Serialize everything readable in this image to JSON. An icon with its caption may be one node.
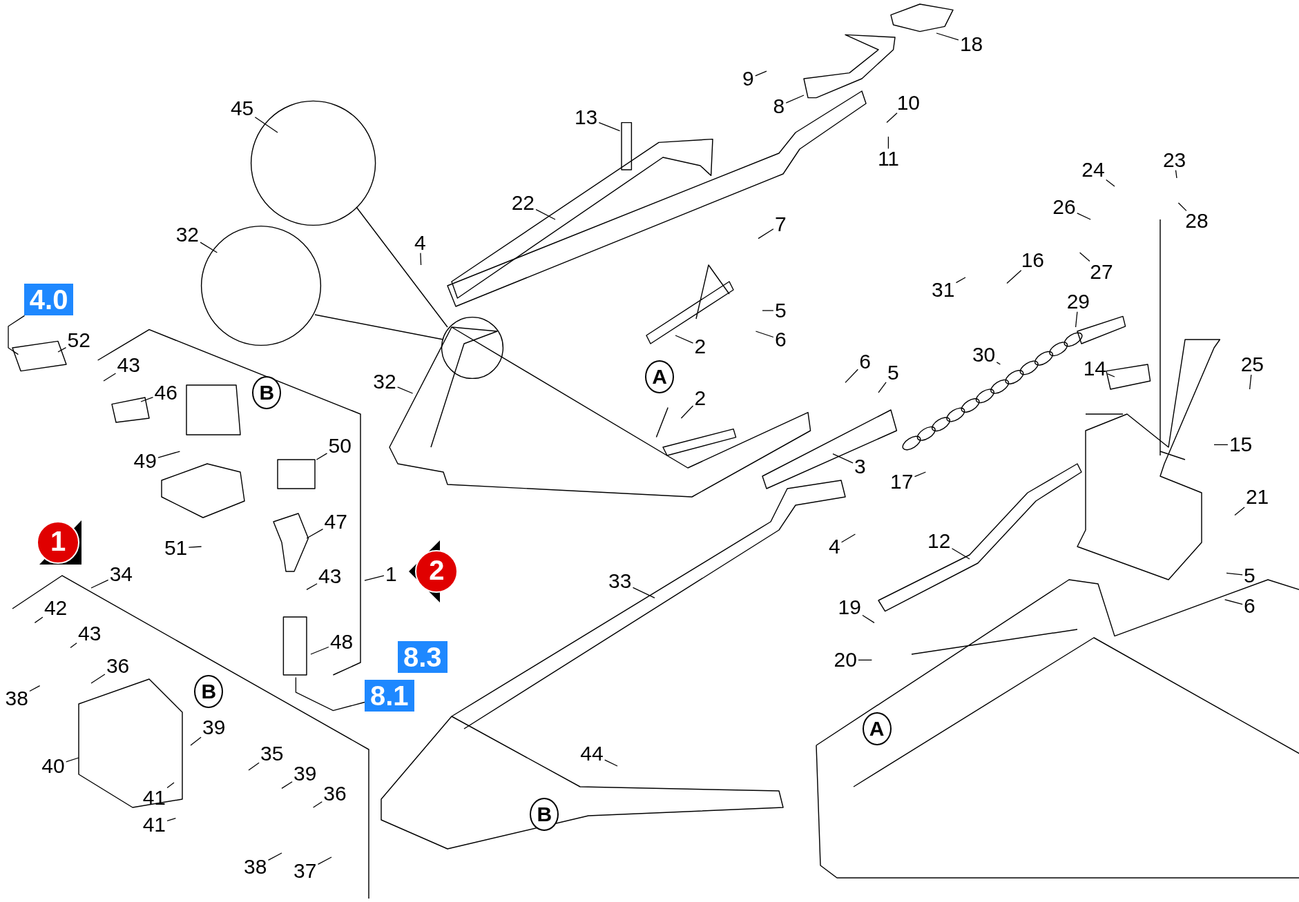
{
  "diagram": {
    "nodes": [
      {
        "text": [
          "18"
        ]
      },
      {
        "text": [
          "9"
        ]
      },
      {
        "text": [
          "10"
        ]
      },
      {
        "text": [
          "8"
        ]
      },
      {
        "text": [
          "45"
        ]
      },
      {
        "text": [
          "13"
        ]
      },
      {
        "text": [
          "11"
        ]
      },
      {
        "text": [
          "23"
        ]
      },
      {
        "text": [
          "24"
        ]
      },
      {
        "text": [
          "22"
        ]
      },
      {
        "text": [
          "26"
        ]
      },
      {
        "text": [
          "28"
        ]
      },
      {
        "text": [
          "7"
        ]
      },
      {
        "text": [
          "32"
        ]
      },
      {
        "text": [
          "4"
        ]
      },
      {
        "text": [
          "16"
        ]
      },
      {
        "text": [
          "27"
        ]
      },
      {
        "text": [
          "31"
        ]
      },
      {
        "text": [
          "4.0"
        ]
      },
      {
        "text": [
          "29"
        ]
      },
      {
        "text": [
          "5"
        ]
      },
      {
        "text": [
          "6"
        ]
      },
      {
        "text": [
          "52"
        ]
      },
      {
        "text": [
          "2"
        ]
      },
      {
        "text": [
          "30"
        ]
      },
      {
        "text": [
          "6"
        ]
      },
      {
        "text": [
          "43"
        ]
      },
      {
        "text": [
          "25"
        ]
      },
      {
        "text": [
          "5"
        ]
      },
      {
        "text": [
          "14"
        ]
      },
      {
        "text": [
          "32"
        ]
      },
      {
        "text": [
          "46"
        ]
      },
      {
        "text": [
          "2"
        ]
      },
      {
        "text": [
          "50"
        ]
      },
      {
        "text": [
          "15"
        ]
      },
      {
        "text": [
          "49"
        ]
      },
      {
        "text": [
          "3"
        ]
      },
      {
        "text": [
          "17"
        ]
      },
      {
        "text": [
          "21"
        ]
      },
      {
        "text": [
          "47"
        ]
      },
      {
        "text": [
          "12"
        ]
      },
      {
        "text": [
          "51"
        ]
      },
      {
        "text": [
          "4"
        ]
      },
      {
        "text": [
          "1"
        ]
      },
      {
        "text": [
          "34"
        ]
      },
      {
        "text": [
          "43"
        ]
      },
      {
        "text": [
          "33"
        ]
      },
      {
        "text": [
          "5"
        ]
      },
      {
        "text": [
          "6"
        ]
      },
      {
        "text": [
          "42"
        ]
      },
      {
        "text": [
          "19"
        ]
      },
      {
        "text": [
          "43"
        ]
      },
      {
        "text": [
          "48"
        ]
      },
      {
        "text": [
          "20"
        ]
      },
      {
        "text": [
          "36"
        ]
      },
      {
        "text": [
          "38"
        ]
      },
      {
        "text": [
          "8.1"
        ]
      },
      {
        "text": [
          "39"
        ]
      },
      {
        "text": [
          "44"
        ]
      },
      {
        "text": [
          "35"
        ]
      },
      {
        "text": [
          "40"
        ]
      },
      {
        "text": [
          "39"
        ]
      },
      {
        "text": [
          "36"
        ]
      },
      {
        "text": [
          "41"
        ]
      },
      {
        "text": [
          "41"
        ]
      },
      {
        "text": [
          "38"
        ]
      },
      {
        "text": [
          "37"
        ]
      },
      {
        "text": [
          "8.3"
        ]
      }
    ],
    "edges": [
      {
        "from": 0,
        "to": null,
        "arrow": "none"
      },
      {
        "from": 1,
        "to": null,
        "arrow": "none"
      },
      {
        "from": 2,
        "to": null,
        "arrow": "none"
      },
      {
        "from": 3,
        "to": null,
        "arrow": "none"
      },
      {
        "from": 4,
        "to": null,
        "arrow": "none"
      },
      {
        "from": 5,
        "to": null,
        "arrow": "none"
      },
      {
        "from": 6,
        "to": null,
        "arrow": "none"
      },
      {
        "from": 7,
        "to": null,
        "arrow": "none"
      },
      {
        "from": 8,
        "to": null,
        "arrow": "none"
      },
      {
        "from": 9,
        "to": null,
        "arrow": "none"
      },
      {
        "from": 10,
        "to": null,
        "arrow": "none"
      },
      {
        "from": 11,
        "to": null,
        "arrow": "none"
      },
      {
        "from": 12,
        "to": null,
        "arrow": "none"
      },
      {
        "from": 13,
        "to": null,
        "arrow": "none"
      },
      {
        "from": 14,
        "to": null,
        "arrow": "none"
      },
      {
        "from": 15,
        "to": null,
        "arrow": "none"
      },
      {
        "from": 16,
        "to": null,
        "arrow": "none"
      },
      {
        "from": 17,
        "to": null,
        "arrow": "none"
      },
      {
        "from": 18,
        "to": null,
        "arrow": "none"
      },
      {
        "from": 19,
        "to": null,
        "arrow": "none"
      },
      {
        "from": 20,
        "to": null,
        "arrow": "none"
      },
      {
        "from": 21,
        "to": null,
        "arrow": "none"
      },
      {
        "from": 22,
        "to": null,
        "arrow": "none"
      },
      {
        "from": 23,
        "to": null,
        "arrow": "none"
      },
      {
        "from": 24,
        "to": null,
        "arrow": "none"
      },
      {
        "from": 25,
        "to": null,
        "arrow": "none"
      },
      {
        "from": 26,
        "to": null,
        "arrow": "none"
      },
      {
        "from": 27,
        "to": null,
        "arrow": "none"
      },
      {
        "from": 28,
        "to": null,
        "arrow": "none"
      },
      {
        "from": 29,
        "to": null,
        "arrow": "none"
      },
      {
        "from": 30,
        "to": null,
        "arrow": "none"
      },
      {
        "from": 31,
        "to": null,
        "arrow": "none"
      },
      {
        "from": 32,
        "to": null,
        "arrow": "none"
      },
      {
        "from": 33,
        "to": null,
        "arrow": "none"
      },
      {
        "from": 34,
        "to": null,
        "arrow": "none"
      },
      {
        "from": 35,
        "to": null,
        "arrow": "none"
      },
      {
        "from": 36,
        "to": null,
        "arrow": "none"
      },
      {
        "from": 37,
        "to": null,
        "arrow": "none"
      },
      {
        "from": 38,
        "to": null,
        "arrow": "none"
      },
      {
        "from": 39,
        "to": null,
        "arrow": "none"
      },
      {
        "from": 40,
        "to": null,
        "arrow": "none"
      },
      {
        "from": 41,
        "to": null,
        "arrow": "none"
      },
      {
        "from": 42,
        "to": null,
        "arrow": "none"
      },
      {
        "from": 43,
        "to": null,
        "arrow": "none"
      },
      {
        "from": 44,
        "to": null,
        "arrow": "none"
      },
      {
        "from": 45,
        "to": null,
        "arrow": "none"
      },
      {
        "from": 46,
        "to": null,
        "arrow": "none"
      },
      {
        "from": 47,
        "to": null,
        "arrow": "none"
      },
      {
        "from": 48,
        "to": null,
        "arrow": "none"
      },
      {
        "from": 49,
        "to": null,
        "arrow": "none"
      },
      {
        "from": 50,
        "to": null,
        "arrow": "none"
      },
      {
        "from": 51,
        "to": null,
        "arrow": "none"
      },
      {
        "from": 52,
        "to": null,
        "arrow": "none"
      },
      {
        "from": 53,
        "to": null,
        "arrow": "none"
      },
      {
        "from": 54,
        "to": null,
        "arrow": "none"
      },
      {
        "from": 55,
        "to": null,
        "arrow": "none"
      },
      {
        "from": 56,
        "to": null,
        "arrow": "none"
      },
      {
        "from": 57,
        "to": null,
        "arrow": "none"
      },
      {
        "from": 58,
        "to": null,
        "arrow": "none"
      },
      {
        "from": 59,
        "to": null,
        "arrow": "none"
      },
      {
        "from": 60,
        "to": null,
        "arrow": "none"
      },
      {
        "from": 61,
        "to": null,
        "arrow": "none"
      },
      {
        "from": 62,
        "to": null,
        "arrow": "none"
      },
      {
        "from": 63,
        "to": null,
        "arrow": "none"
      },
      {
        "from": 64,
        "to": null,
        "arrow": "none"
      },
      {
        "from": 65,
        "to": null,
        "arrow": "none"
      },
      {
        "from": 66,
        "to": null,
        "arrow": "none"
      }
    ],
    "labels": [
      "A",
      "B",
      "1",
      "2",
      "B",
      "A",
      "B"
    ]
  }
}
